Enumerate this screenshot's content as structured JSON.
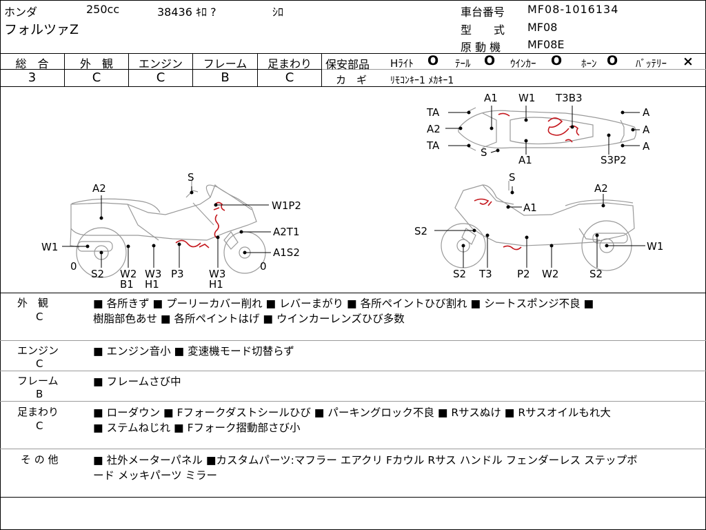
{
  "header": {
    "maker": "ホンダ",
    "displacement": "250cc",
    "mileage": "38436 ｷﾛ ?",
    "color": "ｼﾛ",
    "model_name": "フォルツァZ",
    "frame_no_label": "車台番号",
    "frame_no": "MF08-1016134",
    "type_label": "型　　式",
    "type_value": "MF08",
    "engine_label": "原 動 機",
    "engine_value": "MF08E"
  },
  "grades": [
    {
      "label": "総　合",
      "value": "3"
    },
    {
      "label": "外　観",
      "value": "C"
    },
    {
      "label": "エンジン",
      "value": "C"
    },
    {
      "label": "フレーム",
      "value": "B"
    },
    {
      "label": "足まわり",
      "value": "C"
    }
  ],
  "safety": {
    "title": "保安部品",
    "items": [
      {
        "label": "Hﾗｲﾄ",
        "mark": "O"
      },
      {
        "label": "ﾃｰﾙ",
        "mark": "O"
      },
      {
        "label": "ｳｲﾝｶｰ",
        "mark": "O"
      },
      {
        "label": "ﾎｰﾝ",
        "mark": "O"
      },
      {
        "label": "ﾊﾞｯﾃﾘｰ",
        "mark": "×"
      }
    ],
    "key_label": "カ　ギ",
    "key_value": "ﾘﾓｺﾝｷｰ1 ﾒｶｷｰ1"
  },
  "diagram": {
    "top_labels": [
      "TA",
      "A2",
      "TA",
      "A1",
      "W1",
      "T3B3",
      "S",
      "A1",
      "A",
      "A",
      "A",
      "S3P2"
    ],
    "left_labels": [
      "S",
      "A2",
      "W1P2",
      "A2T1",
      "W1",
      "A1S2",
      "0",
      "S2",
      "W2",
      "W3",
      "P3",
      "W3",
      "0",
      "B1",
      "H1",
      "H1"
    ],
    "right_labels": [
      "S",
      "A2",
      "A1",
      "S2",
      "W1",
      "S2",
      "T3",
      "P2",
      "W2",
      "S2"
    ]
  },
  "comments": [
    {
      "label": "外　観",
      "grade": "C",
      "lines": [
        "■ 各所きず ■ プーリーカバー削れ ■ レバーまがり ■ 各所ペイントひび割れ ■ シートスポンジ不良 ■",
        "樹脂部色あせ ■ 各所ペイントはげ ■ ウインカーレンズひび多数"
      ]
    },
    {
      "label": "エンジン",
      "grade": "C",
      "lines": [
        "■ エンジン音小 ■ 変速機モード切替らず"
      ]
    },
    {
      "label": "フレーム",
      "grade": "B",
      "lines": [
        "■ フレームさび中"
      ]
    },
    {
      "label": "足まわり",
      "grade": "C",
      "lines": [
        "■ ローダウン ■ Fフォークダストシールひび ■ パーキングロック不良 ■ Rサスぬけ ■ Rサスオイルもれ大",
        "■ ステムねじれ ■ Fフォーク摺動部さび小"
      ]
    },
    {
      "label": "そ の 他",
      "grade": "",
      "lines": [
        "■ 社外メーターパネル ■カスタムパーツ:マフラー エアクリ Fカウル Rサス ハンドル フェンダーレス ステップボ",
        "ード メッキパーツ ミラー"
      ]
    }
  ]
}
